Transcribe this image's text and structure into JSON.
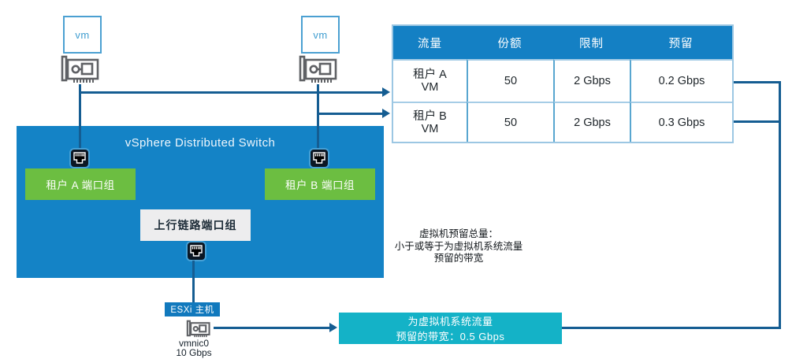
{
  "diagram": {
    "vm_label": "vm",
    "switch_title": "vSphere Distributed Switch",
    "port_group_a": "租户 A 端口组",
    "port_group_b": "租户 B 端口组",
    "uplink_group": "上行链路端口组",
    "esxi_label": "ESXi 主机",
    "nic_name": "vmnic0",
    "nic_speed": "10 Gbps",
    "reserved_line1": "为虚拟机系统流量",
    "reserved_line2": "预留的带宽：0.5 Gbps",
    "annotation_line1": "虚拟机预留总量：",
    "annotation_line2": "小于或等于为虚拟机系统流量",
    "annotation_line3": "预留的带宽"
  },
  "table": {
    "headers": [
      "流量",
      "份额",
      "限制",
      "预留"
    ],
    "rows": [
      {
        "name": "租户 A",
        "sub": "VM",
        "shares": "50",
        "limit": "2 Gbps",
        "reservation": "0.2 Gbps"
      },
      {
        "name": "租户 B",
        "sub": "VM",
        "shares": "50",
        "limit": "2 Gbps",
        "reservation": "0.3 Gbps"
      }
    ]
  },
  "colors": {
    "header_blue": "#1480c4",
    "switch_blue": "#1483c6",
    "esxi_blue": "#1179bd",
    "port_group_green": "#6cbe41",
    "uplink_gray": "#ededee",
    "reserved_cyan": "#14b2c7",
    "line_blue": "#155d92",
    "vm_border_blue": "#4ba0d2",
    "table_border_light": "#9cc7e3",
    "table_divider_blue": "#58a6d0"
  }
}
